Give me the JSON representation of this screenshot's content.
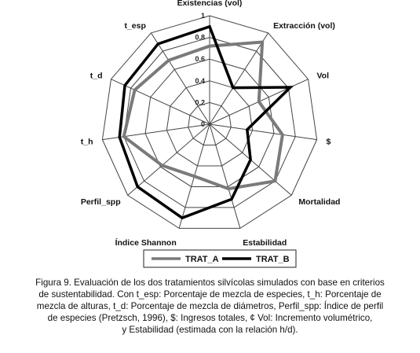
{
  "chart_data": {
    "type": "radar",
    "axes": [
      "Existencias (vol)",
      "Extracción (vol)",
      "Vol",
      "$",
      "Mortalidad",
      "Estabilidad",
      "Índice Shannon",
      "Perfil_spp",
      "t_h",
      "t_d",
      "t_esp"
    ],
    "rlim": [
      0,
      1
    ],
    "ticks": [
      "0",
      "0.2",
      "0.4",
      "0.6",
      "0.8",
      "1"
    ],
    "tick_values": [
      0,
      0.2,
      0.4,
      0.6,
      0.8,
      1
    ],
    "grid": true,
    "legend_position": "bottom",
    "series": [
      {
        "name": "TRAT_A",
        "color": "#7a7a7a",
        "values": [
          0.72,
          0.9,
          0.5,
          0.68,
          0.8,
          0.62,
          0.5,
          0.58,
          0.8,
          0.76,
          0.7
        ]
      },
      {
        "name": "TRAT_B",
        "color": "#000000",
        "values": [
          0.9,
          0.4,
          0.82,
          0.35,
          0.5,
          0.72,
          0.9,
          0.88,
          0.84,
          0.86,
          0.88
        ]
      }
    ]
  },
  "caption": {
    "lines": [
      "Figura 9. Evaluación de los dos tratamientos silvícolas simulados con base en criterios",
      "de sustentabilidad. Con t_esp: Porcentaje de mezcla de especies, t_h: Porcentaje de",
      "mezcla de alturas, t_d: Porcentaje de mezcla de diámetros, Perfil_spp: Índice de perfil",
      "de especies (Pretzsch, 1996), $: Ingresos totales, ¢ Vol: Incremento volumétrico,",
      "y Estabilidad (estimada con la relación h/d)."
    ]
  }
}
